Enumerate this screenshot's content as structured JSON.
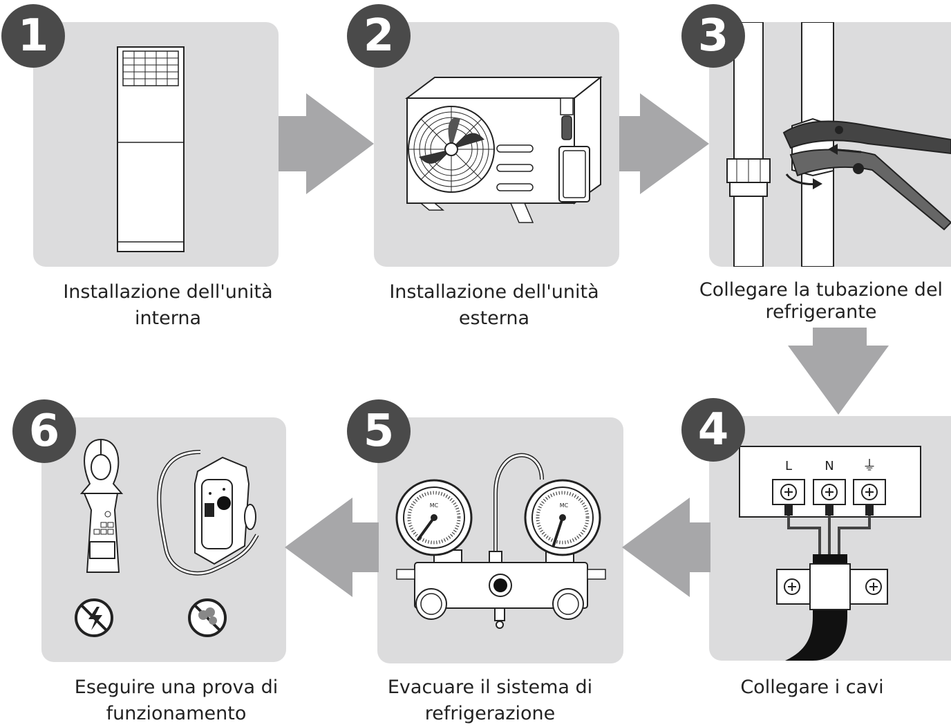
{
  "colors": {
    "panel": "#dcdcdd",
    "badge": "#4a4a4a",
    "arrow": "#a7a7a9",
    "text": "#222222"
  },
  "steps": [
    {
      "number": "1",
      "caption_line1": "Installazione dell'unità",
      "caption_line2": "interna",
      "icon": "indoor-floor-unit-icon"
    },
    {
      "number": "2",
      "caption_line1": "Installazione dell'unità",
      "caption_line2": "esterna",
      "icon": "outdoor-unit-icon"
    },
    {
      "number": "3",
      "caption_line1": "Collegare la tubazione del",
      "caption_line2": "refrigerante",
      "icon": "pipe-wrench-icon"
    },
    {
      "number": "4",
      "caption_line1": "Collegare i cavi",
      "caption_line2": "",
      "icon": "terminal-block-icon",
      "terminals": [
        "L",
        "N",
        "⏚"
      ]
    },
    {
      "number": "5",
      "caption_line1": "Evacuare il sistema di",
      "caption_line2": "refrigerazione",
      "icon": "manifold-gauge-icon",
      "gauge_label": "MC"
    },
    {
      "number": "6",
      "caption_line1": "Eseguire una prova di",
      "caption_line2": "funzionamento",
      "icon": "test-instruments-icon"
    }
  ]
}
